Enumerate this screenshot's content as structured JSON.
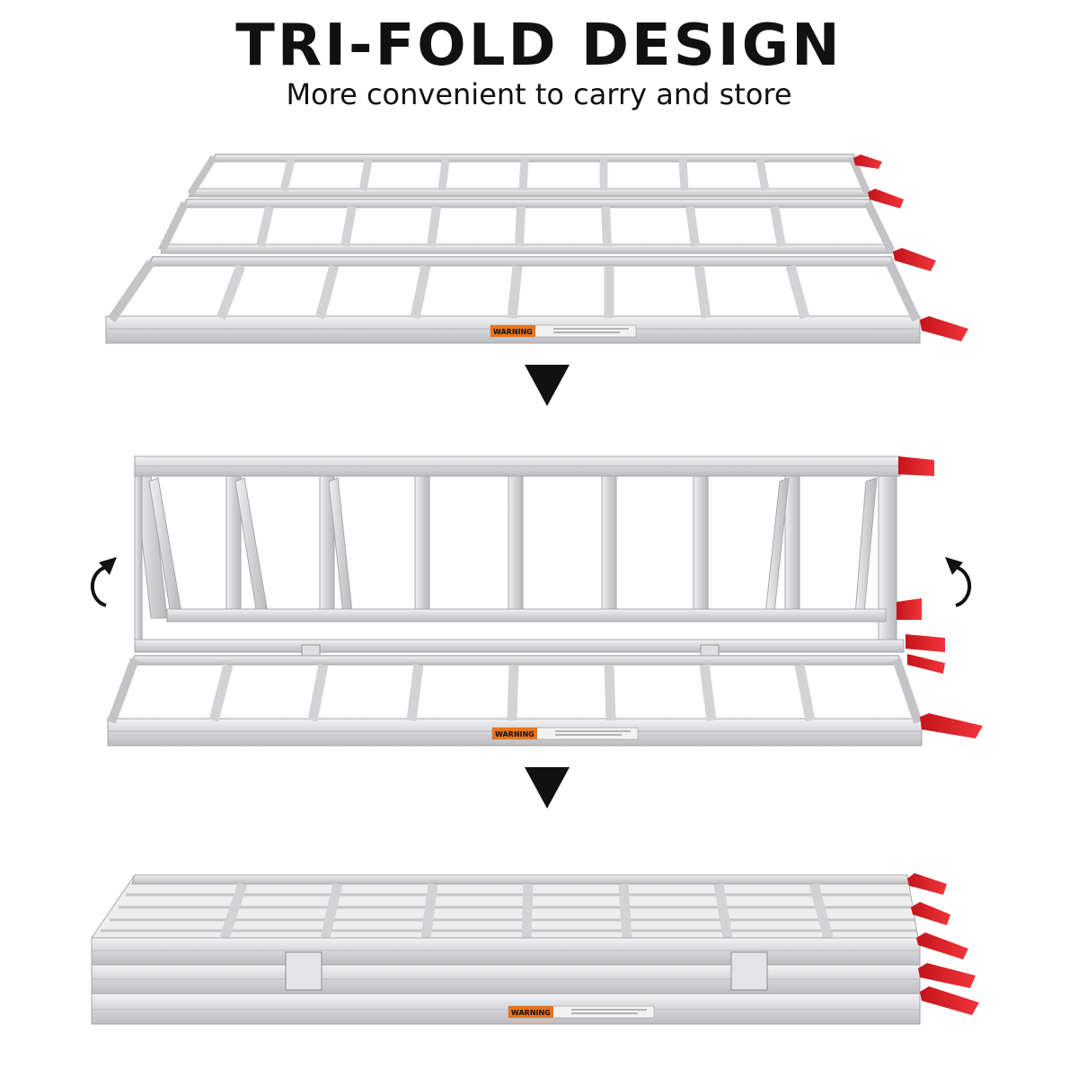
{
  "header": {
    "title": "TRI-FOLD DESIGN",
    "subtitle": "More convenient to carry and store"
  },
  "label": {
    "warning": "WARNING"
  },
  "colors": {
    "background": "#ffffff",
    "text": "#111111",
    "aluminum": "#d9d9db",
    "aluminum_dark": "#a9a9ad",
    "tab_red": "#e51e25",
    "warning_orange": "#e8731c"
  },
  "icons": {
    "arrow_down": "black-triangle-down-icon",
    "rotate_left": "rotate-counterclockwise-icon",
    "rotate_right": "rotate-clockwise-icon"
  },
  "stages": [
    "unfolded",
    "half-folded",
    "fully-folded"
  ]
}
